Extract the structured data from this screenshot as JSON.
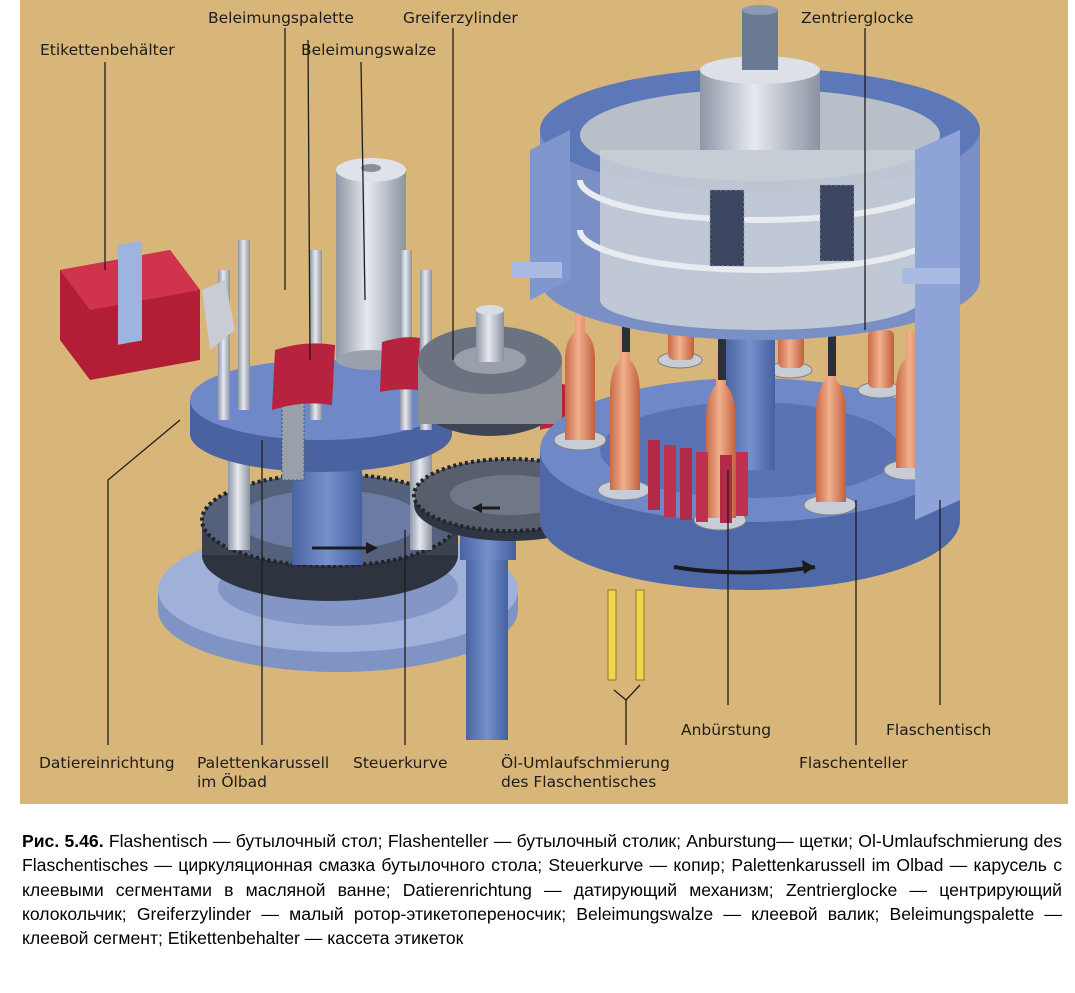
{
  "labels": {
    "etikettenbehalter": "Etikettenbehälter",
    "beleimungspalette": "Beleimungspalette",
    "beleimungswalze": "Beleimungswalze",
    "greiferzylinder": "Greiferzylinder",
    "zentrierglocke": "Zentrierglocke",
    "datiereinrichtung": "Datiereinrichtung",
    "palettenkarussell_1": "Palettenkarussell",
    "palettenkarussell_2": "im Ölbad",
    "steuerkurve": "Steuerkurve",
    "oel_1": "Öl-Umlaufschmierung",
    "oel_2": "des Flaschentisches",
    "anburstung": "Anbürstung",
    "flaschenteller": "Flaschenteller",
    "flaschentisch": "Flaschentisch"
  },
  "caption": {
    "number": "Рис. 5.46.",
    "text": "Flashentisch — бутылочный стол; Flashenteller — бутылочный столик; Anburstung— щетки; Ol-Umlaufschmierung des Flaschentisches — циркуляционная смазка бутылочного стола; Steuerkurve — копир; Palettenkarussell im Olbad — карусель с клеевыми сегментами в масляной ванне; Datierenrichtung — датирующий механизм; Zentrierglocke — центрирующий колокольчик; Greiferzylinder — малый ротор-этикетопереносчик; Beleimungswalze — клеевой валик; Beleimungspalette — клеевой сегмент; Etikettenbehalter — кассета этикеток"
  },
  "colors": {
    "background": "#d8b579",
    "machine_blue": "#5d78b8",
    "dark_blue": "#3e5590",
    "light_blue": "#9fb2dc",
    "steel": "#b8bec8",
    "bottle": "#e4906b",
    "label_red": "#b7233f",
    "lubrication_yellow": "#f2d54a"
  }
}
